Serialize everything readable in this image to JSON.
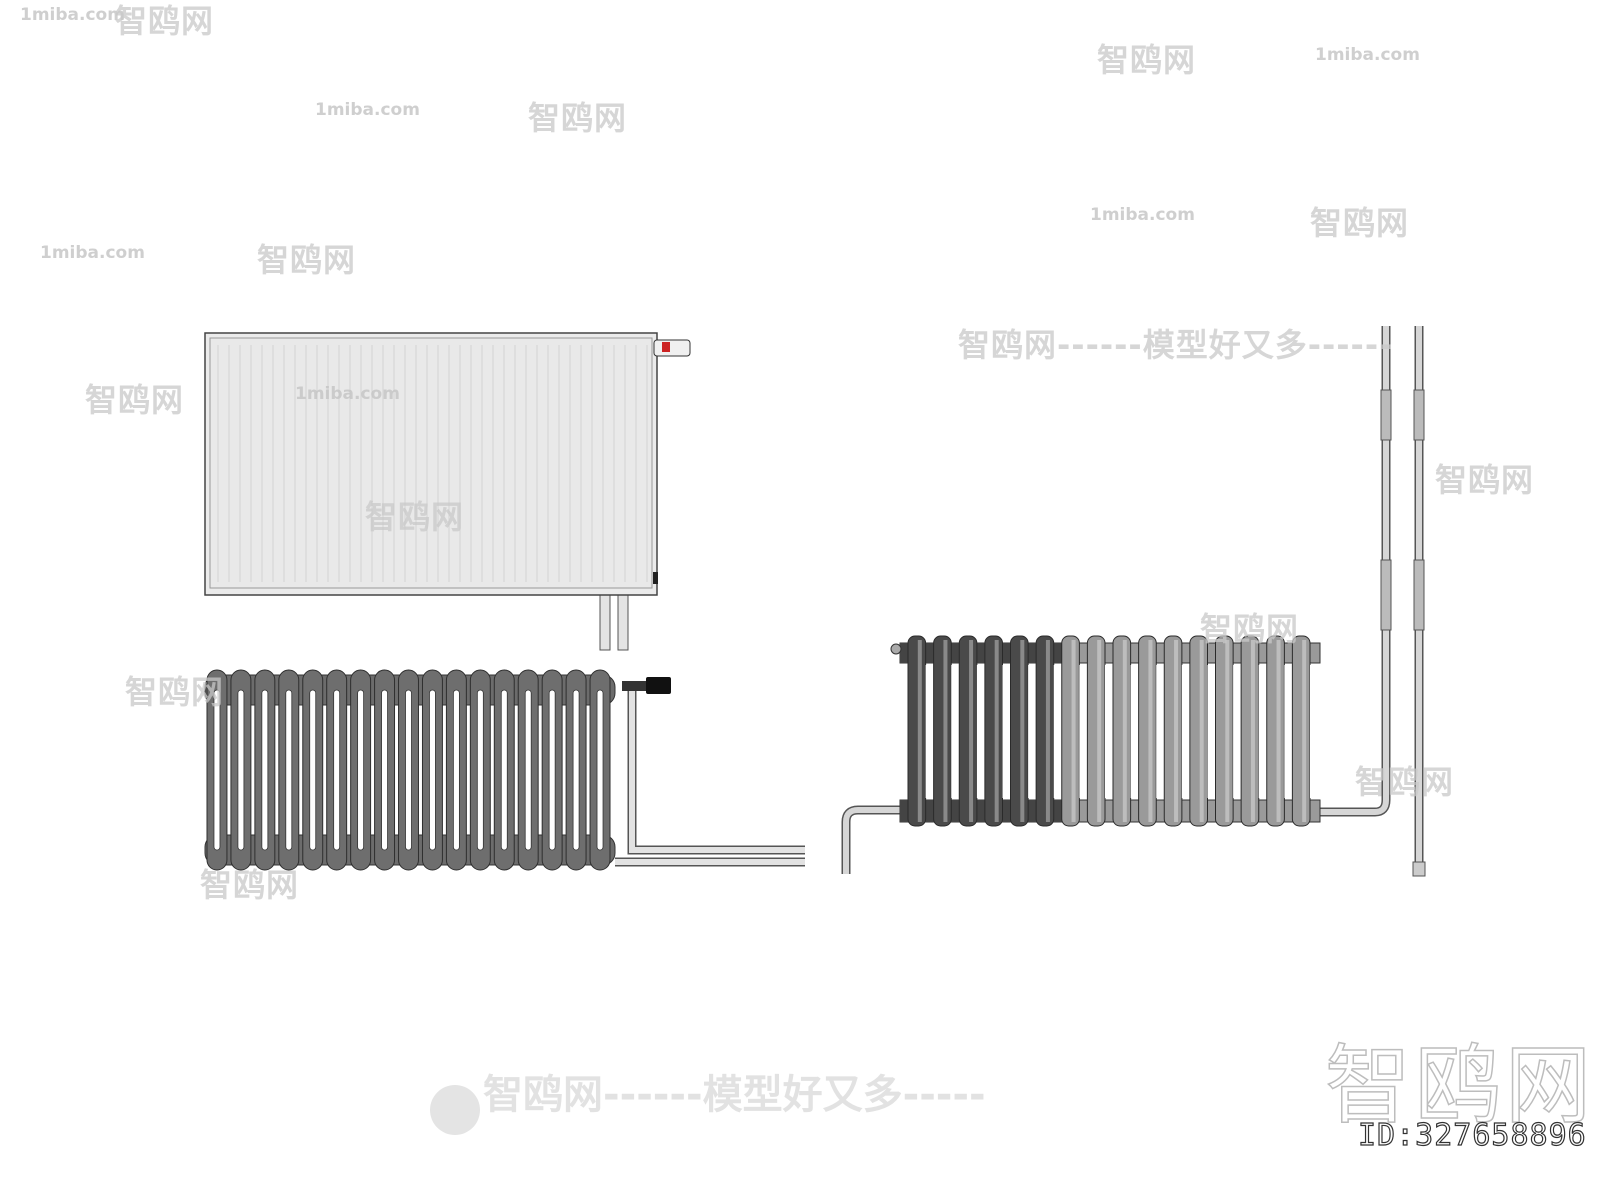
{
  "watermarks": {
    "site": "1miba.com",
    "brand": "智鸥网",
    "slogan_line": "智鸥网------模型好又多-----",
    "brand_line": "智鸥网------模型好又多------",
    "big_brand": "智鸥网",
    "id_label": "ID:327658896"
  },
  "scene": {
    "objects": [
      {
        "name": "panel-radiator",
        "color": "#e8e8e8"
      },
      {
        "name": "cast-iron-column-radiator",
        "color": "#6e6e6e",
        "columns": 17
      },
      {
        "name": "sectional-radiator-with-riser-pipes",
        "colors": [
          "#4a4a4a",
          "#9a9a9a"
        ],
        "columns": 16
      }
    ]
  }
}
